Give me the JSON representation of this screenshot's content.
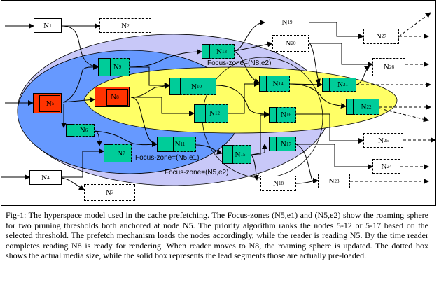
{
  "nodes": {
    "N1": {
      "name": "N",
      "sub": "1"
    },
    "N2": {
      "name": "N",
      "sub": "2"
    },
    "N3": {
      "name": "N",
      "sub": "3"
    },
    "N4": {
      "name": "N",
      "sub": "4"
    },
    "N5": {
      "name": "N",
      "sub": "5"
    },
    "N6": {
      "name": "N",
      "sub": "6"
    },
    "N7": {
      "name": "N",
      "sub": "7"
    },
    "N8": {
      "name": "N",
      "sub": "8"
    },
    "N9": {
      "name": "N",
      "sub": "9"
    },
    "N10": {
      "name": "N",
      "sub": "10"
    },
    "N11": {
      "name": "N",
      "sub": "11"
    },
    "N12": {
      "name": "N",
      "sub": "12"
    },
    "N13": {
      "name": "N",
      "sub": "13"
    },
    "N14": {
      "name": "N",
      "sub": "14"
    },
    "N15": {
      "name": "N",
      "sub": "15"
    },
    "N16": {
      "name": "N",
      "sub": "16"
    },
    "N17": {
      "name": "N",
      "sub": "17"
    },
    "N18": {
      "name": "N",
      "sub": "18"
    },
    "N19": {
      "name": "N",
      "sub": "19"
    },
    "N20": {
      "name": "N",
      "sub": "20"
    },
    "N21": {
      "name": "N",
      "sub": "21"
    },
    "N22": {
      "name": "N",
      "sub": "22"
    },
    "N23": {
      "name": "N",
      "sub": "23"
    },
    "N24": {
      "name": "N",
      "sub": "24"
    },
    "N25": {
      "name": "N",
      "sub": "25"
    },
    "N26": {
      "name": "N",
      "sub": "26"
    },
    "N27": {
      "name": "N",
      "sub": "27"
    }
  },
  "zones": {
    "n8_e2": "Focus-zone=(N8,e2)",
    "n5_e1": "Focus-zone=(N5,e1)",
    "n5_e2": "Focus-zone=(N5,e2)"
  },
  "colors": {
    "outer_zone": "#c8c8f8",
    "inner_zone": "#6699ff",
    "n8_zone": "#ffff66",
    "loaded": "#00cc99",
    "current": "#ff3300"
  },
  "caption": "Fig-1: The hyperspace model used in the cache prefetching. The Focus-zones (N5,e1) and (N5,e2) show the roaming sphere for  two pruning thresholds both anchored at node N5. The priority algorithm ranks the nodes 5-12 or 5-17 based on the selected threshold. The prefetch mechanism loads the nodes accordingly, while the reader is reading N5. By the time reader completes reading N8 is ready for rendering. When reader moves to N8, the roaming sphere is updated. The dotted box shows the actual media size, while the solid box represents the lead segments those are actually pre-loaded."
}
